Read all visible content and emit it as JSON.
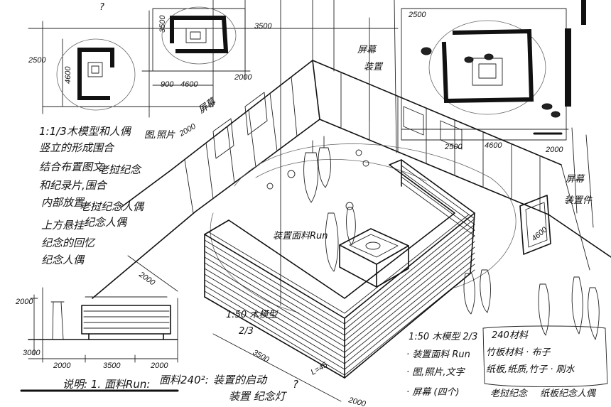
{
  "page": {
    "background": "#ffffff",
    "ink": "#111111"
  },
  "top_annotations": {
    "question_mark": "?"
  },
  "plan_top_left": {
    "dim_side": "2500",
    "dim_inner": "4600",
    "dim_a": "900",
    "dim_b": "4600"
  },
  "plan_top_middle": {
    "dim_left": "3500",
    "dim_right": "3500",
    "dim_bottom": "2000"
  },
  "plan_top_right": {
    "dim_top": "2500",
    "dim_a": "2500",
    "dim_b": "4600",
    "dim_c": "2000"
  },
  "labels": {
    "screen_left_wall": "屏幕",
    "screen_back_wall": "屏幕",
    "device_back_wall": "装置",
    "screen_right": "屏幕",
    "device_right": "装置件",
    "photos_left_wall": "图,照片",
    "dim_left_wall": "2000",
    "fabric_run": "装置面料Run",
    "model_scale": "1:50 木模型",
    "model_fraction": "2/3",
    "dim_floor_left": "2000",
    "dim_floor_front": "3500",
    "dim_floor_l": "L=45",
    "dim_floor_bottom": "2000",
    "dim_floor_right": "4600"
  },
  "notes_left": {
    "lines": [
      "1:1/3木模型和人偶",
      "竖立的形成围合",
      "结合布置图文",
      "和纪录片,围合",
      "内部放置",
      "上方悬挂",
      "纪念的回忆",
      "纪念人偶"
    ],
    "highlight_1": "老挝纪念",
    "highlight_2": "老挝纪念人偶",
    "highlight_3": "纪念人偶"
  },
  "elevation": {
    "dim_height_top": "2000",
    "dim_height_bottom": "3000",
    "dim_a": "2000",
    "dim_b": "3500",
    "dim_c": "2000"
  },
  "bottom_note": {
    "text_1": "说明: 1. 面料Run:",
    "text_2": "面料240²:",
    "text_3": "装置的启动",
    "text_4": "装置 纪念灯",
    "question": "?"
  },
  "legend": {
    "model": "1:50 木模型 2/3",
    "item_fabric": "· 装置面料 Run",
    "item_photos": "· 图,照片,文字",
    "item_screens": "· 屏幕 (四个)",
    "material_title": "240材料",
    "material_1": "竹板材料 · 布子",
    "material_2": "纸板,纸质,竹子 · 刷水",
    "footer_1": "老挝纪念",
    "footer_2": "纸板纪念人偶"
  }
}
